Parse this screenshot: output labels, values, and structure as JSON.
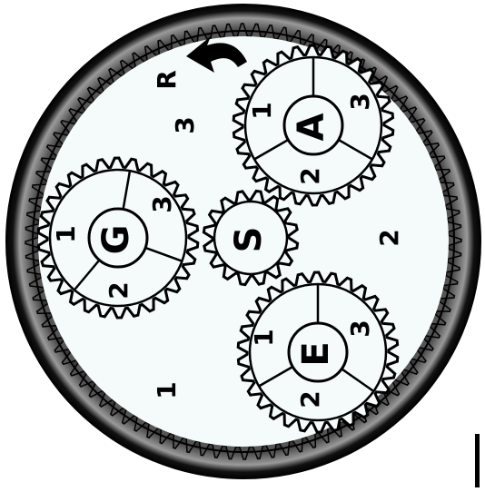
{
  "ring": {
    "letter": "R",
    "sector_numbers": [
      "1",
      "2",
      "3"
    ]
  },
  "sun": {
    "letter": "S"
  },
  "planets": [
    {
      "id": "A",
      "letter": "A",
      "sectors": [
        "1",
        "2",
        "3"
      ]
    },
    {
      "id": "G",
      "letter": "G",
      "sectors": [
        "1",
        "2",
        "3"
      ]
    },
    {
      "id": "E",
      "letter": "E",
      "sectors": [
        "1",
        "2",
        "3"
      ]
    }
  ],
  "colors": {
    "ring_outer": "#111111",
    "gear_fill": "#f5fbfb",
    "ink": "#000000"
  }
}
